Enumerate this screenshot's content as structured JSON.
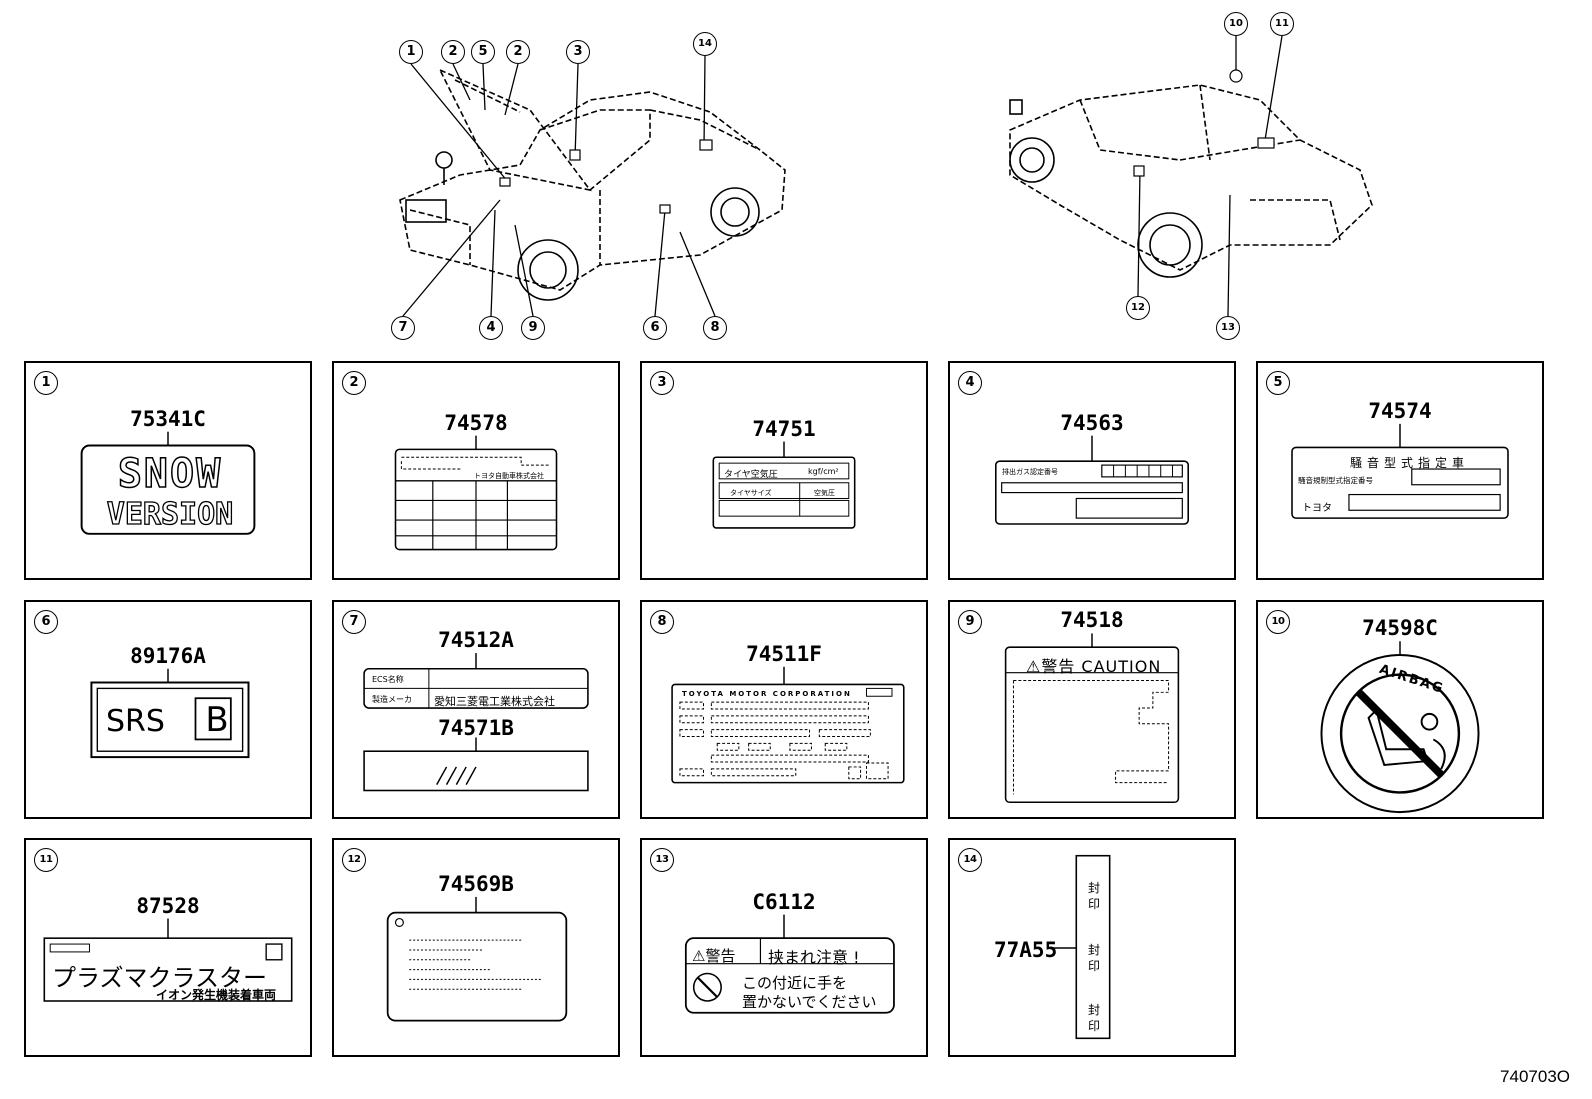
{
  "document_id": "740703O",
  "callouts": [
    {
      "num": "1"
    },
    {
      "num": "2"
    },
    {
      "num": "5"
    },
    {
      "num": "2"
    },
    {
      "num": "3"
    },
    {
      "num": "14"
    },
    {
      "num": "7"
    },
    {
      "num": "4"
    },
    {
      "num": "9"
    },
    {
      "num": "6"
    },
    {
      "num": "8"
    },
    {
      "num": "10"
    },
    {
      "num": "11"
    },
    {
      "num": "12"
    },
    {
      "num": "13"
    }
  ],
  "panels": [
    {
      "num": "1",
      "part": "75341C",
      "texts": [
        "SNOW",
        "VERSION"
      ]
    },
    {
      "num": "2",
      "part": "74578",
      "texts": [
        "トヨタ自動車株式会社"
      ]
    },
    {
      "num": "3",
      "part": "74751",
      "texts": [
        "タイヤ空気圧",
        "kgf/cm²",
        "タイヤサイズ",
        "空気圧"
      ]
    },
    {
      "num": "4",
      "part": "74563",
      "texts": [
        "排出ガス認定番号"
      ]
    },
    {
      "num": "5",
      "part": "74574",
      "texts": [
        "騒音型式指定車",
        "騒音規制型式指定番号",
        "トヨタ"
      ]
    },
    {
      "num": "6",
      "part": "89176A",
      "texts": [
        "SRS",
        "B"
      ]
    },
    {
      "num": "7",
      "part": "74512A",
      "part2": "74571B",
      "texts": [
        "ECS名称",
        "製造メーカ",
        "愛知三菱電工業株式会社"
      ]
    },
    {
      "num": "8",
      "part": "74511F",
      "texts": [
        "TOYOTA MOTOR CORPORATION"
      ]
    },
    {
      "num": "9",
      "part": "74518",
      "texts": [
        "⚠警告 CAUTION"
      ]
    },
    {
      "num": "10",
      "part": "74598C",
      "texts": [
        "AIRBAG"
      ]
    },
    {
      "num": "11",
      "part": "87528",
      "texts": [
        "プラズマクラスター",
        "イオン発生機装着車両"
      ]
    },
    {
      "num": "12",
      "part": "74569B",
      "texts": []
    },
    {
      "num": "13",
      "part": "C6112",
      "texts": [
        "⚠警告",
        "挟まれ注意 !",
        "この付近に手を",
        "置かないでください"
      ]
    },
    {
      "num": "14",
      "part": "77A55",
      "texts": [
        "封印",
        "封印",
        "封印"
      ]
    }
  ]
}
